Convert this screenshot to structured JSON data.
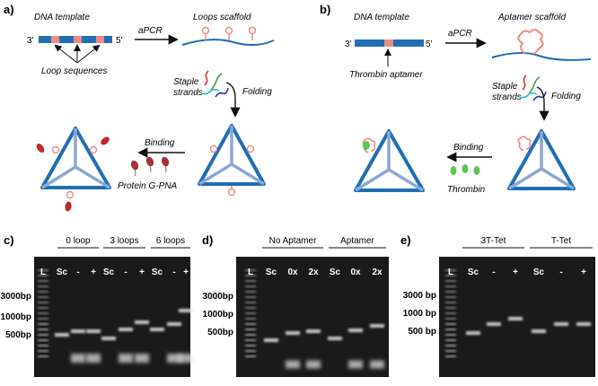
{
  "panel_a": {
    "letter": "a)",
    "dna_template": "DNA template",
    "end3": "3'",
    "end5": "5'",
    "loop_sequences": "Loop sequences",
    "apcr": "aPCR",
    "loops_scaffold": "Loops scaffold",
    "staple": "Staple",
    "strands": "strands",
    "folding": "Folding",
    "binding": "Binding",
    "protein": "Protein G-PNA"
  },
  "panel_b": {
    "letter": "b)",
    "dna_template": "DNA template",
    "end3": "3'",
    "end5": "5'",
    "thrombin_aptamer": "Thrombin aptamer",
    "apcr": "aPCR",
    "aptamer_scaffold": "Aptamer scaffold",
    "staple": "Staple",
    "strands": "strands",
    "folding": "Folding",
    "binding": "Binding",
    "thrombin": "Thrombin"
  },
  "panel_c": {
    "letter": "c)",
    "groups": [
      "0 loop",
      "3 loops",
      "6 loops"
    ],
    "lanes": [
      "L",
      "Sc",
      "-",
      "+",
      "Sc",
      "-",
      "+",
      "Sc",
      "-",
      "+"
    ],
    "markers": [
      "3000bp",
      "1000bp",
      "500bp"
    ]
  },
  "panel_d": {
    "letter": "d)",
    "groups": [
      "No Aptamer",
      "Aptamer"
    ],
    "lanes": [
      "L",
      "Sc",
      "0x",
      "2x",
      "Sc",
      "0x",
      "2x"
    ],
    "markers": [
      "3000bp",
      "1000bp",
      "500bp"
    ]
  },
  "panel_e": {
    "letter": "e)",
    "groups": [
      "3T-Tet",
      "T-Tet"
    ],
    "lanes": [
      "L",
      "Sc",
      "-",
      "+",
      "Sc",
      "-",
      "+"
    ],
    "markers": [
      "3000 bp",
      "1000 bp",
      "500 bp"
    ]
  },
  "colors": {
    "dna_blue": "#1f6fb5",
    "loop_pink": "#f08a84",
    "protein_red": "#c4262b",
    "thrombin_green": "#5cc255",
    "gel_bg": "#1a1a1a"
  }
}
